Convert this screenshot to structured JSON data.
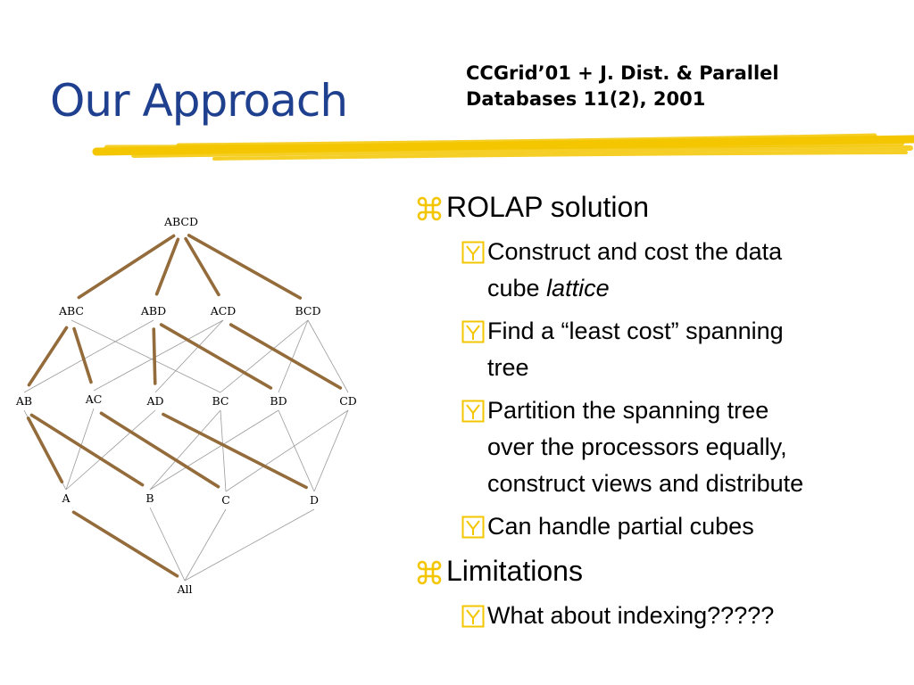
{
  "slide": {
    "title": "Our Approach",
    "citation": [
      "CCGrid’01 + J. Dist. & Parallel",
      "Databases 11(2), 2001"
    ],
    "colors": {
      "title": "#1f3f8f",
      "highlight": "#f3c600",
      "tree_edge": "#946b3a",
      "lattice_edge": "#9a9a9a",
      "bullet_glyph": "#f3c600"
    },
    "bullet_glyphs": {
      "level1": "command-key-icon",
      "level2": "checkbox-y-icon"
    }
  },
  "lattice": {
    "nodes": [
      "ABCD",
      "ABC",
      "ABD",
      "ACD",
      "BCD",
      "AB",
      "AC",
      "AD",
      "BC",
      "BD",
      "CD",
      "A",
      "B",
      "C",
      "D",
      "All"
    ],
    "spanning_tree_edges": [
      [
        "ABCD",
        "ABC"
      ],
      [
        "ABCD",
        "ABD"
      ],
      [
        "ABCD",
        "ACD"
      ],
      [
        "ABCD",
        "BCD"
      ],
      [
        "ABC",
        "AB"
      ],
      [
        "ABC",
        "AC"
      ],
      [
        "ABD",
        "AD"
      ],
      [
        "ABD",
        "BD"
      ],
      [
        "ACD",
        "CD"
      ],
      [
        "AB",
        "A"
      ],
      [
        "AB",
        "B"
      ],
      [
        "AC",
        "C"
      ],
      [
        "AD",
        "D"
      ],
      [
        "A",
        "All"
      ]
    ],
    "other_edges": [
      [
        "ABC",
        "BC"
      ],
      [
        "ABD",
        "AB"
      ],
      [
        "ACD",
        "AC"
      ],
      [
        "ACD",
        "AD"
      ],
      [
        "BCD",
        "BC"
      ],
      [
        "BCD",
        "BD"
      ],
      [
        "BCD",
        "CD"
      ],
      [
        "AB",
        "A"
      ],
      [
        "AC",
        "A"
      ],
      [
        "AD",
        "A"
      ],
      [
        "BC",
        "B"
      ],
      [
        "BD",
        "B"
      ],
      [
        "BC",
        "C"
      ],
      [
        "CD",
        "C"
      ],
      [
        "BD",
        "D"
      ],
      [
        "CD",
        "D"
      ],
      [
        "B",
        "All"
      ],
      [
        "C",
        "All"
      ],
      [
        "D",
        "All"
      ]
    ]
  },
  "bullets": [
    {
      "text": "ROLAP solution",
      "sub": [
        {
          "lines": [
            "Construct and cost the data",
            "cube "
          ],
          "emph": "lattice"
        },
        {
          "lines": [
            "Find a “least cost” spanning",
            "tree"
          ]
        },
        {
          "lines": [
            "Partition the spanning tree",
            "over the processors equally,",
            "construct views and distribute"
          ]
        },
        {
          "lines": [
            "Can handle partial cubes"
          ]
        }
      ]
    },
    {
      "text": "Limitations",
      "sub": [
        {
          "lines": [
            "What about indexing?????"
          ]
        }
      ]
    }
  ]
}
